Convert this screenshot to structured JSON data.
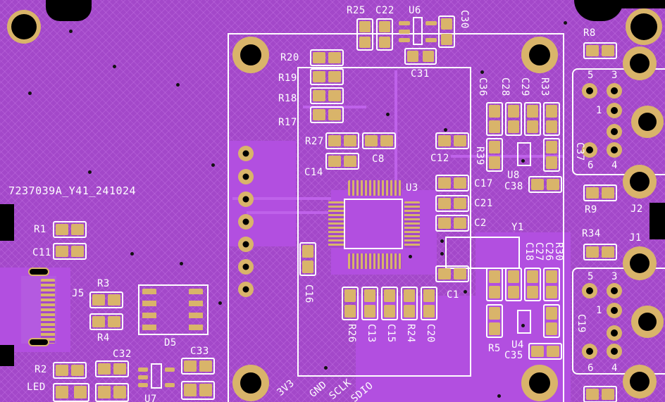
{
  "board": {
    "id_text": "7237039A_Y41_241024",
    "colors": {
      "soldermask": "#a348c9",
      "copper_pad": "#d9b46a",
      "silkscreen": "#ffffff",
      "hole": "#000000"
    }
  },
  "components": {
    "r25": "R25",
    "c22": "C22",
    "u6": "U6",
    "c30": "C30",
    "c31": "C31",
    "r20": "R20",
    "r19": "R19",
    "r18": "R18",
    "r17": "R17",
    "r27": "R27",
    "c8": "C8",
    "c14": "C14",
    "c12": "C12",
    "u3": "U3",
    "c17": "C17",
    "c21": "C21",
    "c2": "C2",
    "y1": "Y1",
    "c16": "C16",
    "c1": "C1",
    "r26": "R26",
    "c13": "C13",
    "c15": "C15",
    "r24": "R24",
    "c20": "C20",
    "r8": "R8",
    "c36": "C36",
    "c28": "C28",
    "c29": "C29",
    "r33": "R33",
    "r39": "R39",
    "c37": "C37",
    "u8": "U8",
    "c38": "C38",
    "r9": "R9",
    "j2": "J2",
    "r34": "R34",
    "j1": "J1",
    "c18": "C18",
    "c27": "C27",
    "c26": "C26",
    "r30": "R30",
    "c19": "C19",
    "r5": "R5",
    "u4": "U4",
    "c35": "C35",
    "r1": "R1",
    "c11": "C11",
    "j5": "J5",
    "r3": "R3",
    "r4": "R4",
    "d5": "D5",
    "c32": "C32",
    "c33": "C33",
    "r2": "R2",
    "led": "LED",
    "u7": "U7"
  },
  "pin_numbers": {
    "j2_5": "5",
    "j2_3": "3",
    "j2_1": "1",
    "j2_6": "6",
    "j2_4": "4",
    "j1_5": "5",
    "j1_3": "3",
    "j1_1": "1",
    "j1_6": "6",
    "j1_4": "4"
  },
  "header_labels": {
    "v3v3": "3V3",
    "gnd": "GND",
    "sclk": "SCLK",
    "sdio": "SDIO"
  }
}
